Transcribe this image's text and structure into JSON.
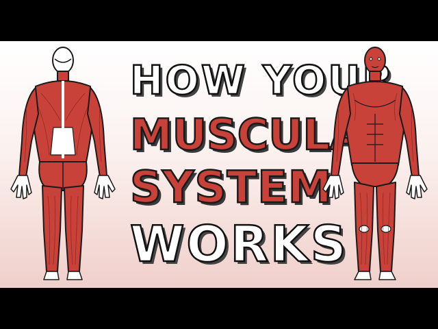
{
  "title": {
    "line1": "HOW YOUR",
    "line2": "MUSCULAR",
    "line3": "SYSTEM",
    "line4": "WORKS"
  },
  "colors": {
    "background_top": "#ffffff",
    "background_bottom": "#f0cfca",
    "muscle_red": "#c8423a",
    "outline_black": "#111111",
    "letterbox": "#000000"
  },
  "figures": {
    "left": "human-body-back-view-muscles",
    "right": "human-body-front-view-muscles"
  }
}
